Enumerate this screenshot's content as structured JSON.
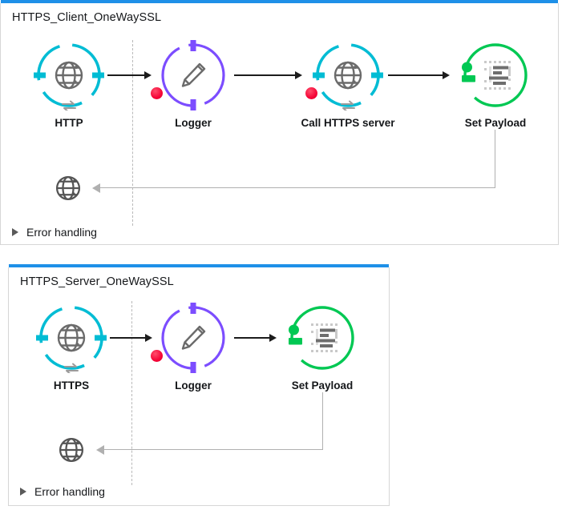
{
  "accent": {
    "panel_topbar": "#1e90e8",
    "http_ring": "#00bcd4",
    "logger_ring": "#7c4dff",
    "payload_ring": "#00c853",
    "error_dot": "#f50537",
    "connector": "#1c1c1c",
    "return_path": "#b0b0b0",
    "panel_border": "#d6d6d6"
  },
  "panels": [
    {
      "title": "HTTPS_Client_OneWaySSL",
      "error_handling_label": "Error handling",
      "nodes": [
        {
          "label": "HTTP",
          "icon": "globe-icon",
          "ring": "cyan-dashed-ring",
          "has_error_dot": false
        },
        {
          "label": "Logger",
          "icon": "pencil-icon",
          "ring": "purple-dashed-ring",
          "has_error_dot": true
        },
        {
          "label": "Call HTTPS server",
          "icon": "globe-icon",
          "ring": "cyan-dashed-ring",
          "has_error_dot": true
        },
        {
          "label": "Set Payload",
          "icon": "document-icon",
          "ring": "green-ring",
          "has_error_dot": false
        }
      ]
    },
    {
      "title": "HTTPS_Server_OneWaySSL",
      "error_handling_label": "Error handling",
      "nodes": [
        {
          "label": "HTTPS",
          "icon": "globe-icon",
          "ring": "cyan-dashed-ring",
          "has_error_dot": false
        },
        {
          "label": "Logger",
          "icon": "pencil-icon",
          "ring": "purple-dashed-ring",
          "has_error_dot": true
        },
        {
          "label": "Set Payload",
          "icon": "document-icon",
          "ring": "green-ring",
          "has_error_dot": false
        }
      ]
    }
  ]
}
